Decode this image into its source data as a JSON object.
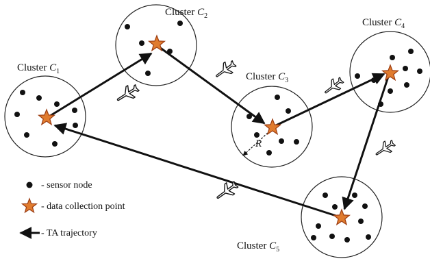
{
  "clusters": [
    {
      "id": "c1",
      "prefix": "Cluster ",
      "symbol": "C",
      "index": "1"
    },
    {
      "id": "c2",
      "prefix": "Cluster ",
      "symbol": "C",
      "index": "2"
    },
    {
      "id": "c3",
      "prefix": "Cluster ",
      "symbol": "C",
      "index": "3"
    },
    {
      "id": "c4",
      "prefix": "Cluster ",
      "symbol": "C",
      "index": "4"
    },
    {
      "id": "c5",
      "prefix": "Cluster ",
      "symbol": "C",
      "index": "5"
    }
  ],
  "radius_label": "R",
  "legend": {
    "sensor_node": "- sensor node",
    "data_collection_point": "- data collection point",
    "ta_trajectory": "- TA trajectory"
  },
  "colors": {
    "star_fill": "#E07B2E",
    "star_stroke": "#9C3D12",
    "line": "#111111",
    "circle_stroke": "#222222",
    "node": "#111111"
  }
}
